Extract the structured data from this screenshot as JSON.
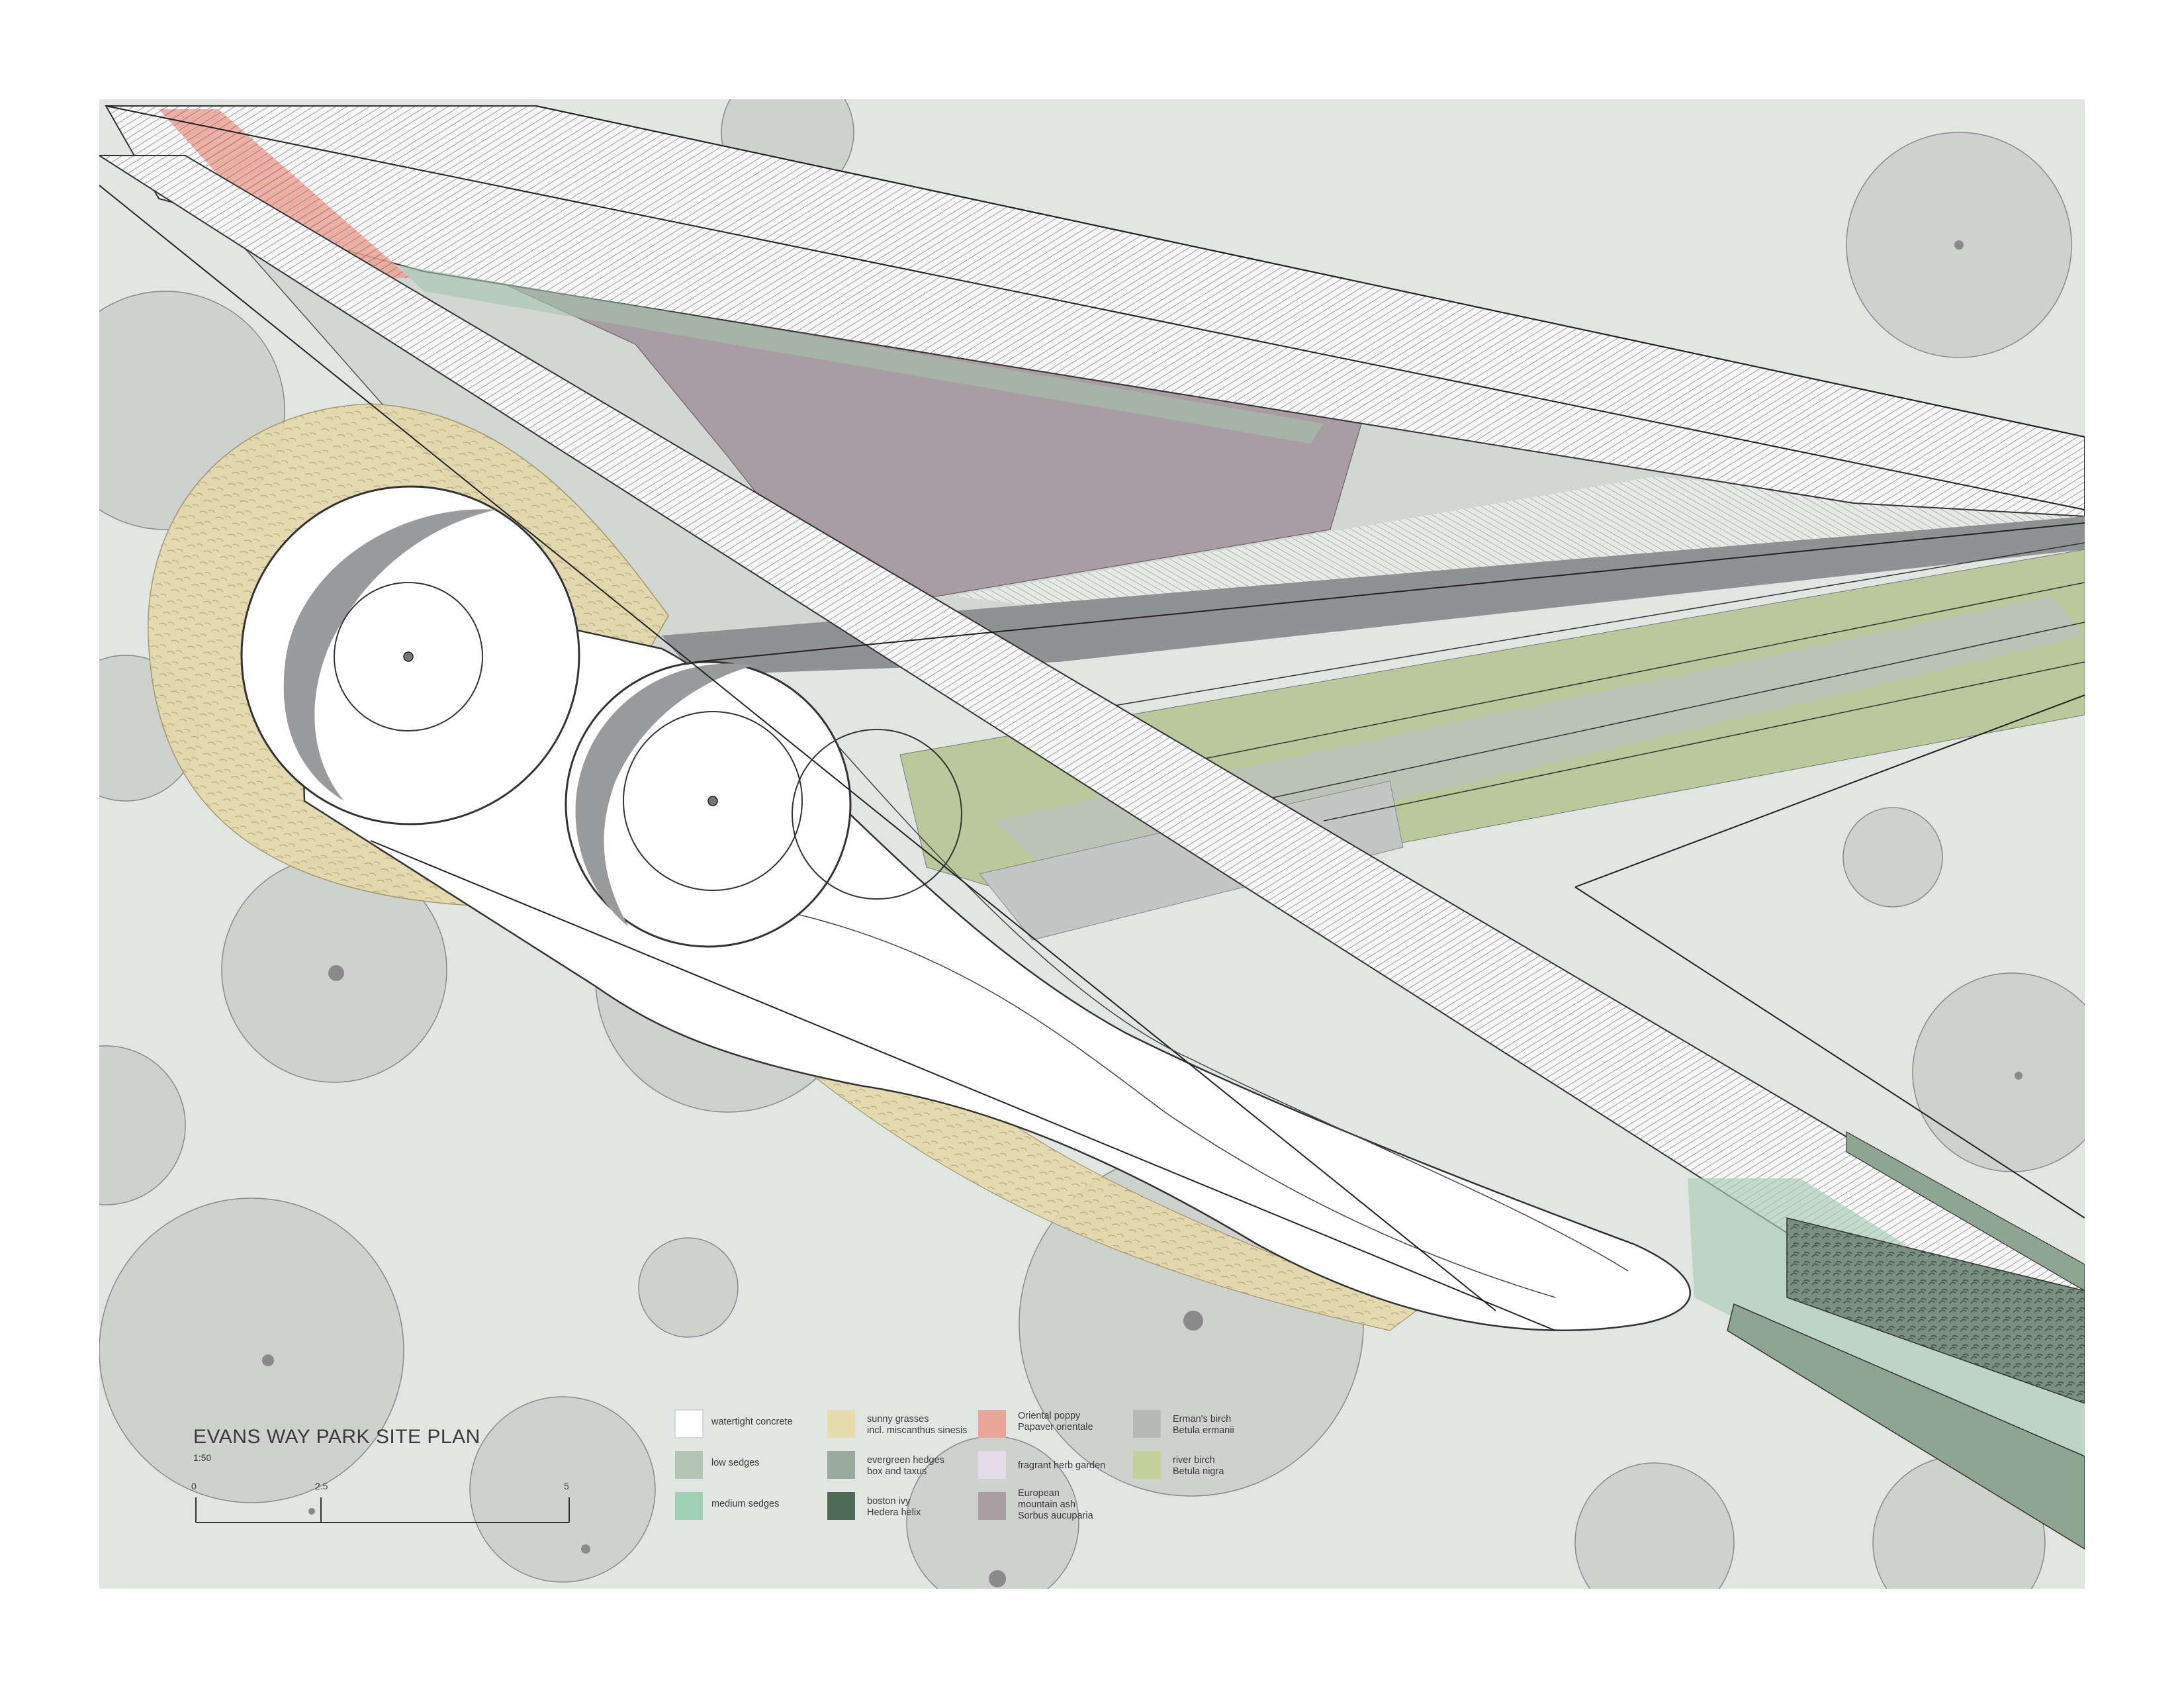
{
  "title": "EVANS WAY PARK SITE PLAN",
  "scale": {
    "ratio": "1:50",
    "ticks": [
      "0",
      "2.5",
      "5"
    ]
  },
  "legend": [
    {
      "label": "watertight concrete",
      "label2": "",
      "color": "#ffffff"
    },
    {
      "label": "low sedges",
      "label2": "",
      "color": "#b3c4b4"
    },
    {
      "label": "medium  sedges",
      "label2": "",
      "color": "#9fd2b4"
    },
    {
      "label": "sunny grasses",
      "label2": "incl. miscanthus sinesis",
      "color": "#e7dcae"
    },
    {
      "label": "evergreen  hedges",
      "label2": "box and taxus",
      "color": "#9aaa9c"
    },
    {
      "label": "boston ivy",
      "label2": "Hedera helix",
      "color": "#4f6b58"
    },
    {
      "label": "Oriental poppy",
      "label2": "Papaver orientale",
      "color": "#eaa69b"
    },
    {
      "label": "fragrant herb garden",
      "label2": "",
      "color": "#e5dbe9"
    },
    {
      "label": "European",
      "label2": "mountain ash",
      "label3": "Sorbus aucuparia",
      "color": "#aa9ea3"
    },
    {
      "label": "Erman's birch",
      "label2": "Betula ermanii",
      "color": "#b5bab7"
    },
    {
      "label": "river birch",
      "label2": "Betula nigra",
      "color": "#c2d09a"
    }
  ],
  "colors": {
    "ground": "#e1e6e3",
    "tree_canopy": "#cfd1cf",
    "concrete": "#ffffff",
    "shadow": "#9a9c9e"
  }
}
